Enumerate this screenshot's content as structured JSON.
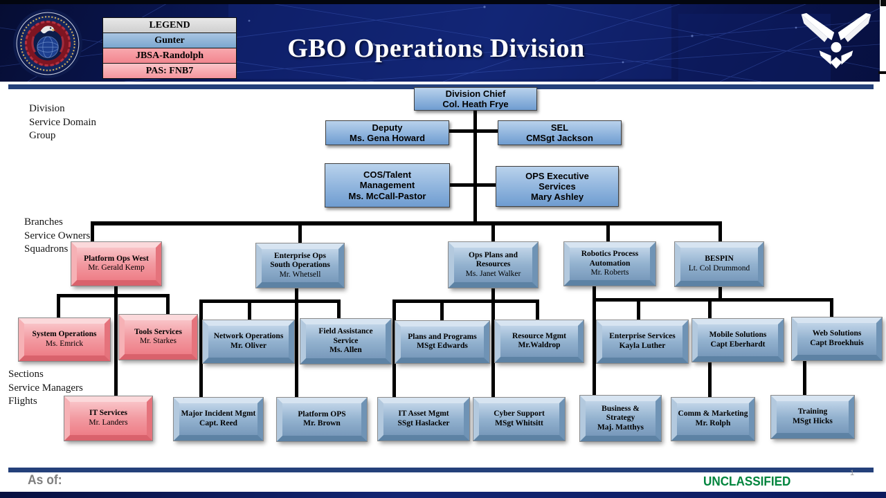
{
  "header": {
    "title": "GBO Operations Division",
    "legend": {
      "title": "LEGEND",
      "rows": [
        {
          "label": "Gunter",
          "color": "#7ba7cf"
        },
        {
          "label": "JBSA-Randolph",
          "color": "#f2868f"
        },
        {
          "label": "PAS: FNB7",
          "color": "#f4959d"
        }
      ]
    },
    "logos": {
      "seal": "organization-seal",
      "air_force": "us-air-force-wings"
    }
  },
  "row_labels": [
    {
      "lines": [
        "Division",
        "Service Domain",
        "Group"
      ]
    },
    {
      "lines": [
        "Branches",
        "Service Owners",
        "Squadrons"
      ]
    },
    {
      "lines": [
        "Sections",
        "Service Managers",
        "Flights"
      ]
    }
  ],
  "org": {
    "boxes": [
      {
        "id": "division-chief",
        "lines": [
          "Division Chief",
          "Col. Heath Frye"
        ],
        "name": null,
        "color": "flat"
      },
      {
        "id": "deputy",
        "lines": [
          "Deputy",
          "Ms. Gena Howard"
        ],
        "name": null,
        "color": "flat"
      },
      {
        "id": "sel",
        "lines": [
          "SEL",
          "CMSgt Jackson"
        ],
        "name": null,
        "color": "flat"
      },
      {
        "id": "cos-talent-management",
        "lines": [
          "COS/Talent",
          "Management",
          "Ms. McCall-Pastor"
        ],
        "name": null,
        "color": "flat"
      },
      {
        "id": "ops-executive-services",
        "lines": [
          "OPS Executive",
          "Services",
          "Mary Ashley"
        ],
        "name": null,
        "color": "flat"
      },
      {
        "id": "platform-ops-west",
        "lines": [
          "Platform  Ops West"
        ],
        "name": "Mr. Gerald Kemp",
        "name_bold": false,
        "color": "pink"
      },
      {
        "id": "enterprise-ops-south",
        "lines": [
          "Enterprise  Ops",
          "South Operations"
        ],
        "name": "Mr. Whetsell",
        "name_bold": false,
        "color": "blue"
      },
      {
        "id": "ops-plans-resources",
        "lines": [
          "Ops Plans and",
          "Resources"
        ],
        "name": "Ms. Janet Walker",
        "name_bold": false,
        "color": "blue"
      },
      {
        "id": "robotics-process-automation",
        "lines": [
          "Robotics  Process",
          "Automation"
        ],
        "name": "Mr. Roberts",
        "name_bold": false,
        "color": "blue"
      },
      {
        "id": "bespin",
        "lines": [
          "BESPIN"
        ],
        "name": "Lt. Col Drummond",
        "name_bold": false,
        "color": "blue"
      },
      {
        "id": "system-operations",
        "lines": [
          "System Operations"
        ],
        "name": "Ms. Emrick",
        "name_bold": false,
        "color": "pink"
      },
      {
        "id": "tools-services",
        "lines": [
          "Tools Services"
        ],
        "name": "Mr. Starkes",
        "name_bold": false,
        "color": "pink"
      },
      {
        "id": "network-operations",
        "lines": [
          "Network  Operations"
        ],
        "name": "Mr. Oliver",
        "name_bold": true,
        "color": "blue"
      },
      {
        "id": "field-assistance-service",
        "lines": [
          "Field Assistance",
          "Service"
        ],
        "name": "Ms. Allen",
        "name_bold": true,
        "color": "blue"
      },
      {
        "id": "plans-and-programs",
        "lines": [
          "Plans and  Programs"
        ],
        "name": "MSgt Edwards",
        "name_bold": true,
        "color": "blue"
      },
      {
        "id": "resource-mgmt",
        "lines": [
          "Resource Mgmt"
        ],
        "name": "Mr.Waldrop",
        "name_bold": true,
        "color": "blue"
      },
      {
        "id": "enterprise-services",
        "lines": [
          "Enterprise  Services"
        ],
        "name": "Kayla  Luther",
        "name_bold": true,
        "color": "blue"
      },
      {
        "id": "mobile-solutions",
        "lines": [
          "Mobile  Solutions"
        ],
        "name": "Capt Eberhardt",
        "name_bold": true,
        "color": "blue"
      },
      {
        "id": "web-solutions",
        "lines": [
          "Web Solutions"
        ],
        "name": "Capt Broekhuis",
        "name_bold": true,
        "color": "blue"
      },
      {
        "id": "it-services",
        "lines": [
          "IT Services"
        ],
        "name": "Mr. Landers",
        "name_bold": false,
        "color": "pink"
      },
      {
        "id": "major-incident-mgmt",
        "lines": [
          "Major Incident Mgmt"
        ],
        "name": "Capt. Reed",
        "name_bold": true,
        "color": "blue"
      },
      {
        "id": "platform-ops",
        "lines": [
          "Platform OPS"
        ],
        "name": "Mr.  Brown",
        "name_bold": true,
        "color": "blue"
      },
      {
        "id": "it-asset-mgmt",
        "lines": [
          "IT  Asset Mgmt"
        ],
        "name": "SSgt Haslacker",
        "name_bold": true,
        "color": "blue"
      },
      {
        "id": "cyber-support",
        "lines": [
          "Cyber Support"
        ],
        "name": "MSgt Whitsitt",
        "name_bold": true,
        "color": "blue"
      },
      {
        "id": "business-strategy",
        "lines": [
          "Business &",
          "Strategy"
        ],
        "name": "Maj.  Matthys",
        "name_bold": true,
        "color": "blue"
      },
      {
        "id": "comm-marketing",
        "lines": [
          "Comm  & Marketing"
        ],
        "name": "Mr. Rolph",
        "name_bold": true,
        "color": "blue"
      },
      {
        "id": "training",
        "lines": [
          "Training"
        ],
        "name": "MSgt Hicks",
        "name_bold": true,
        "color": "blue"
      }
    ]
  },
  "footer": {
    "as_of": "As of:",
    "classification": "UNCLASSIFIED",
    "classification_color": "#00843d",
    "page": "1"
  }
}
